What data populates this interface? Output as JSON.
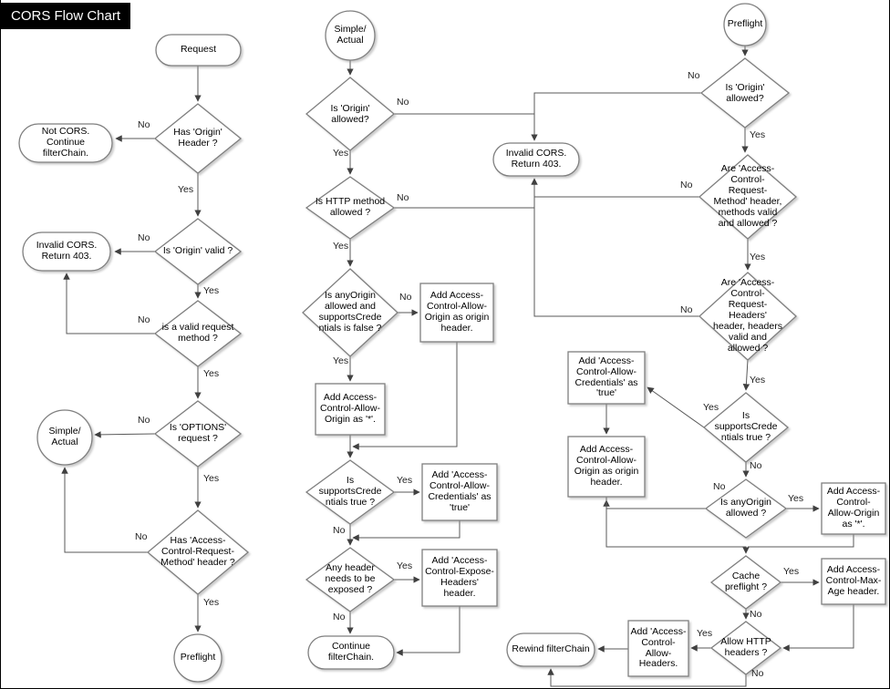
{
  "title": "CORS Flow Chart",
  "labels": {
    "yes": "Yes",
    "no": "No"
  },
  "nodes": {
    "request": "Request",
    "has_origin_header": "Has 'Origin' Header ?",
    "not_cors": "Not CORS. Continue filterChain.",
    "is_origin_valid": "Is 'Origin' valid ?",
    "invalid_cors_left": "Invalid CORS. Return 403.",
    "is_valid_request_method": "is a valid request method ?",
    "is_options_request": "Is 'OPTIONS' request ?",
    "simple_actual_left": "Simple/ Actual",
    "has_acrm_header": "Has 'Access-Control-Request-Method' header ?",
    "preflight_left": "Preflight",
    "simple_actual_mid": "Simple/ Actual",
    "is_origin_allowed_mid": "Is 'Origin' allowed?",
    "invalid_cors_mid": "Invalid CORS. Return 403.",
    "is_http_method_allowed": "Is HTTP method allowed ?",
    "is_anyorigin_no_credentials": "Is anyOrigin allowed and supportsCredentials is false ?",
    "add_origin_header_mid": "Add Access-Control-Allow-Origin as origin header.",
    "add_origin_star_mid": "Add Access-Control-Allow-Origin as '*'.",
    "is_supports_credentials_mid": "Is supportsCredentials true ?",
    "add_credentials_mid": "Add 'Access-Control-Allow-Credentials' as 'true'",
    "any_header_exposed": "Any header needs to be exposed ?",
    "add_expose_headers": "Add 'Access-Control-Expose-Headers' header.",
    "continue_filterchain": "Continue filterChain.",
    "preflight_right": "Preflight",
    "is_origin_allowed_right": "Is 'Origin' allowed?",
    "are_acrm_valid": "Are 'Access-Control-Request-Method' header, methods  valid and allowed ?",
    "are_acrh_valid": "Are 'Access-Control-Request-Headers' header, headers valid and allowed ?",
    "is_supports_credentials_right": "Is supportsCredentials true ?",
    "add_credentials_right": "Add 'Access-Control-Allow-Credentials' as 'true'",
    "add_origin_header_right": "Add Access-Control-Allow-Origin as origin header.",
    "is_anyorigin_allowed": "Is anyOrigin allowed ?",
    "add_origin_star_right": "Add Access-Control-Allow-Origin as '*'.",
    "cache_preflight": "Cache preflight ?",
    "add_max_age": "Add Access-Control-Max-Age header.",
    "allow_http_headers": "Allow HTTP headers ?",
    "add_allow_headers": "Add 'Access-Control-Allow-Headers.",
    "rewind_filterchain": "Rewind filterChain"
  }
}
